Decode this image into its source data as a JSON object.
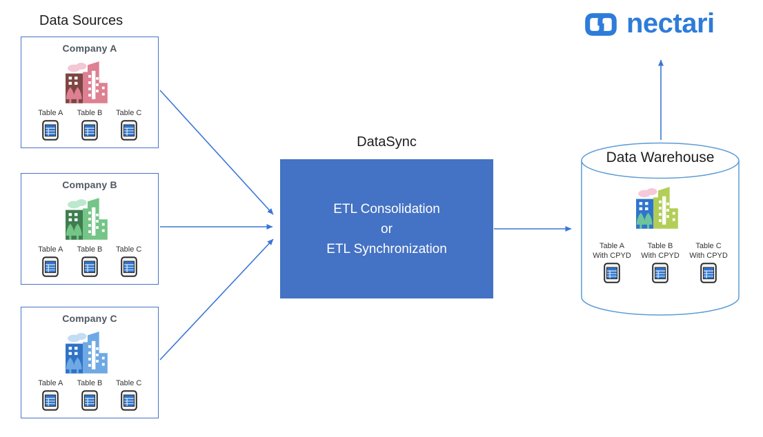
{
  "diagram": {
    "sources_label": "Data Sources",
    "companies": [
      {
        "name": "Company A",
        "tables": [
          "Table A",
          "Table B",
          "Table C"
        ],
        "building": {
          "dark": "#7E4542",
          "main": "#DD8092",
          "tree": "#DD8092",
          "cloud": "#F3C7D3"
        }
      },
      {
        "name": "Company B",
        "tables": [
          "Table A",
          "Table B",
          "Table C"
        ],
        "building": {
          "dark": "#3E7D50",
          "main": "#74C587",
          "tree": "#74C587",
          "cloud": "#BCE8CE"
        }
      },
      {
        "name": "Company C",
        "tables": [
          "Table A",
          "Table B",
          "Table C"
        ],
        "building": {
          "dark": "#2F72C6",
          "main": "#6FA9E4",
          "tree": "#6FA9E4",
          "cloud": "#C4DCF4"
        }
      }
    ],
    "datasync": {
      "title": "DataSync",
      "line1": "ETL Consolidation",
      "line2": "or",
      "line3": "ETL Synchronization",
      "fill": "#4472C4",
      "text_color": "#FFFFFF"
    },
    "warehouse": {
      "title": "Data Warehouse",
      "tables": [
        {
          "l1": "Table A",
          "l2": "With CPYD"
        },
        {
          "l1": "Table B",
          "l2": "With CPYD"
        },
        {
          "l1": "Table C",
          "l2": "With CPYD"
        }
      ],
      "building": {
        "dark": "#2E75CC",
        "main": "#B3CE57",
        "tree": "#6EC49B",
        "cloud": "#F5C9DA"
      },
      "border_color": "#5B9BD5"
    },
    "brand": {
      "name": "nectari",
      "color": "#2E7CD9"
    },
    "colors": {
      "arrow": "#3B76D6",
      "box_border": "#4472C4",
      "table_icon_blue": "#2E74CC"
    },
    "icons": {
      "building": "city-buildings-with-cloud-and-trees",
      "table": "spreadsheet-table-icon",
      "brand_mark": "interlocked-links-logo-icon"
    }
  }
}
